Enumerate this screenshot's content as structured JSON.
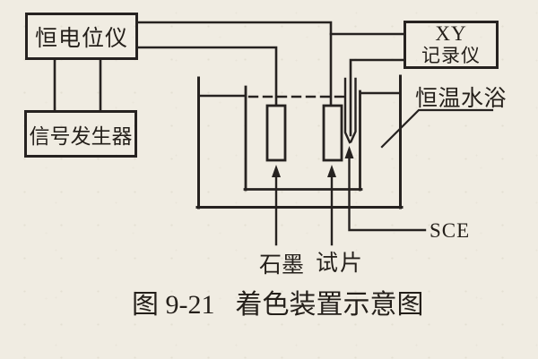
{
  "figure": {
    "boxes": {
      "potentiostat": "恒电位仪",
      "signal_generator": "信号发生器",
      "xy_recorder_line1": "XY",
      "xy_recorder_line2": "记录仪"
    },
    "annotations": {
      "water_bath": "恒温水浴",
      "reference_electrode": "SCE",
      "graphite": "石墨",
      "specimen": "试片"
    },
    "caption": {
      "number": "图 9-21",
      "title": "着色装置示意图"
    },
    "colors": {
      "paper": "#f0ece2",
      "ink": "#262220"
    }
  }
}
